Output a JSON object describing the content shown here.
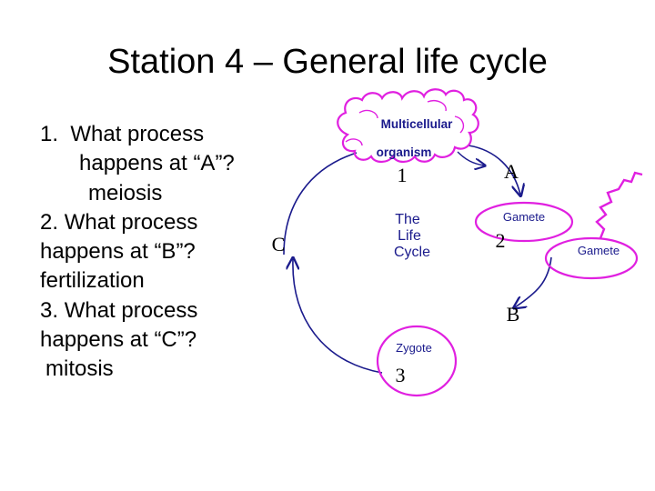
{
  "title": "Station 4 – General life cycle",
  "questions": [
    {
      "number": "1.",
      "line1": "What process",
      "line2": "happens at “A”?",
      "answer": "meiosis"
    },
    {
      "number": "2.",
      "line1": "What process",
      "line2": "happens at “B”?",
      "answer": "fertilization"
    },
    {
      "number": "3.",
      "line1": "What process",
      "line2": "happens at “C”?",
      "answer": "mitosis"
    }
  ],
  "diagram": {
    "center_label": [
      "The",
      "Life",
      "Cycle"
    ],
    "organism": {
      "label": [
        "Multicellular",
        "organism"
      ],
      "number": "1"
    },
    "gamete_1": {
      "label": "Gamete",
      "number": "2"
    },
    "gamete_2": {
      "label": "Gamete"
    },
    "zygote": {
      "label": "Zygote",
      "number": "3"
    },
    "process_labels": {
      "a": "A",
      "b": "B",
      "c": "C"
    },
    "colors": {
      "outline": "#e020e0",
      "arrow": "#1a1a8c",
      "sperm": "#e020e0"
    }
  }
}
